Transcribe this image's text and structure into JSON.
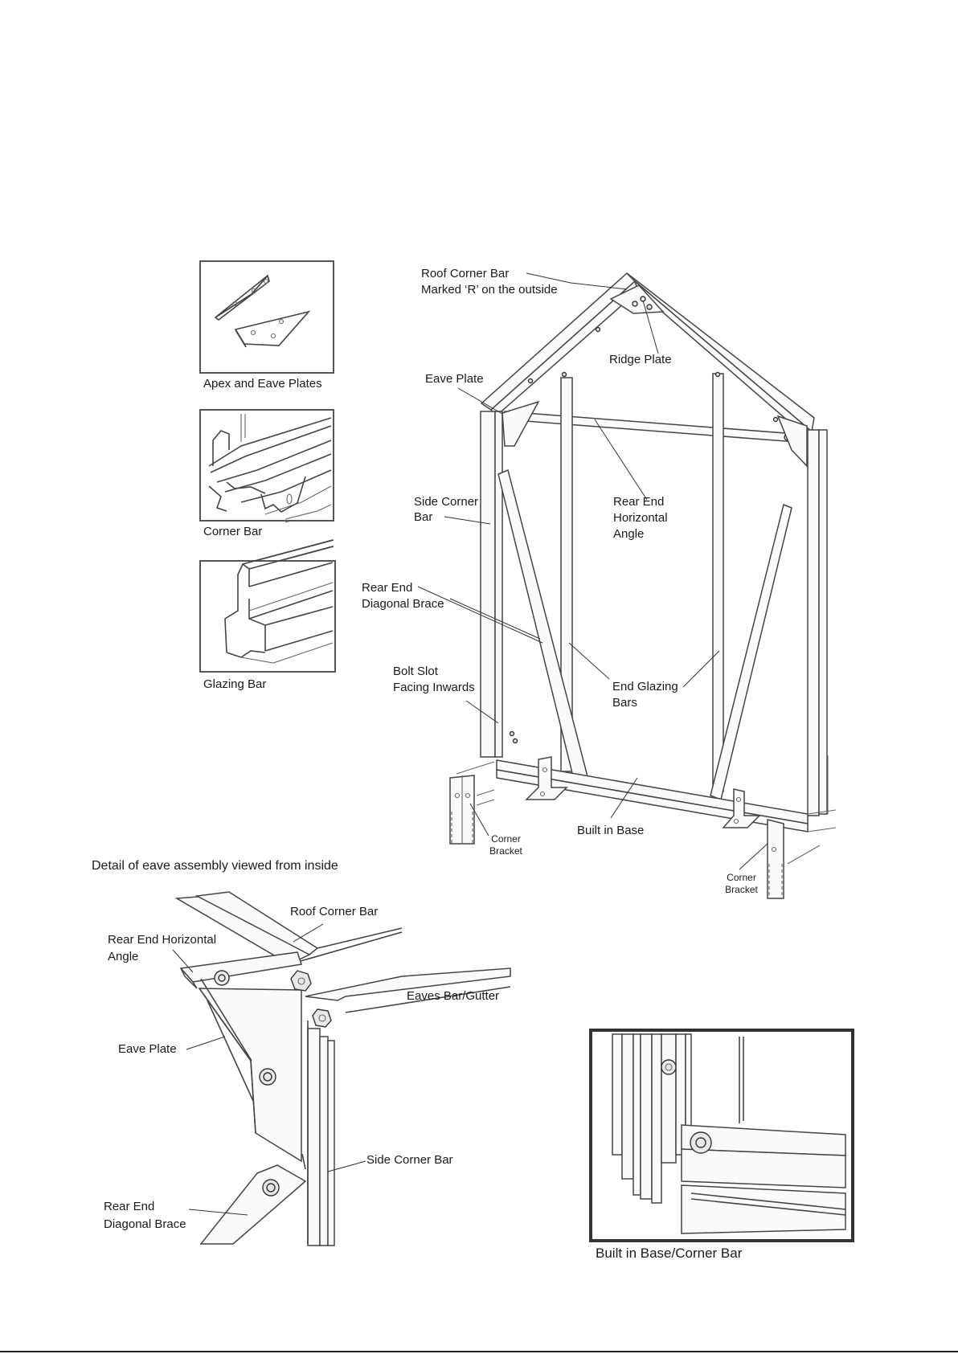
{
  "thumbnails": {
    "apex_eave_plates": "Apex and Eave Plates",
    "corner_bar": "Corner Bar",
    "glazing_bar": "Glazing Bar"
  },
  "main_diagram": {
    "roof_corner_bar_line1": "Roof Corner Bar",
    "roof_corner_bar_line2": "Marked ‘R’ on the outside",
    "ridge_plate": "Ridge Plate",
    "eave_plate": "Eave Plate",
    "side_corner_bar_line1": "Side Corner",
    "side_corner_bar_line2": "Bar",
    "rear_end_horizontal_line1": "Rear End",
    "rear_end_horizontal_line2": "Horizontal",
    "rear_end_horizontal_line3": "Angle",
    "rear_end_diagonal_line1": "Rear End",
    "rear_end_diagonal_line2": "Diagonal Brace",
    "bolt_slot_line1": "Bolt Slot",
    "bolt_slot_line2": "Facing Inwards",
    "end_glazing_line1": "End Glazing",
    "end_glazing_line2": "Bars",
    "corner_bracket_left_line1": "Corner",
    "corner_bracket_left_line2": "Bracket",
    "built_in_base": "Built in Base",
    "corner_bracket_right_line1": "Corner",
    "corner_bracket_right_line2": "Bracket"
  },
  "eave_detail": {
    "heading": "Detail of eave assembly viewed from inside",
    "roof_corner_bar": "Roof Corner Bar",
    "rear_end_horizontal_line1": "Rear End Horizontal",
    "rear_end_horizontal_line2": "Angle",
    "eaves_bar_gutter": "Eaves Bar/Gutter",
    "eave_plate": "Eave Plate",
    "side_corner_bar": "Side Corner Bar",
    "rear_end_diagonal_line1": "Rear End",
    "rear_end_diagonal_line2": "Diagonal Brace"
  },
  "base_detail": {
    "caption": "Built in Base/Corner Bar"
  }
}
